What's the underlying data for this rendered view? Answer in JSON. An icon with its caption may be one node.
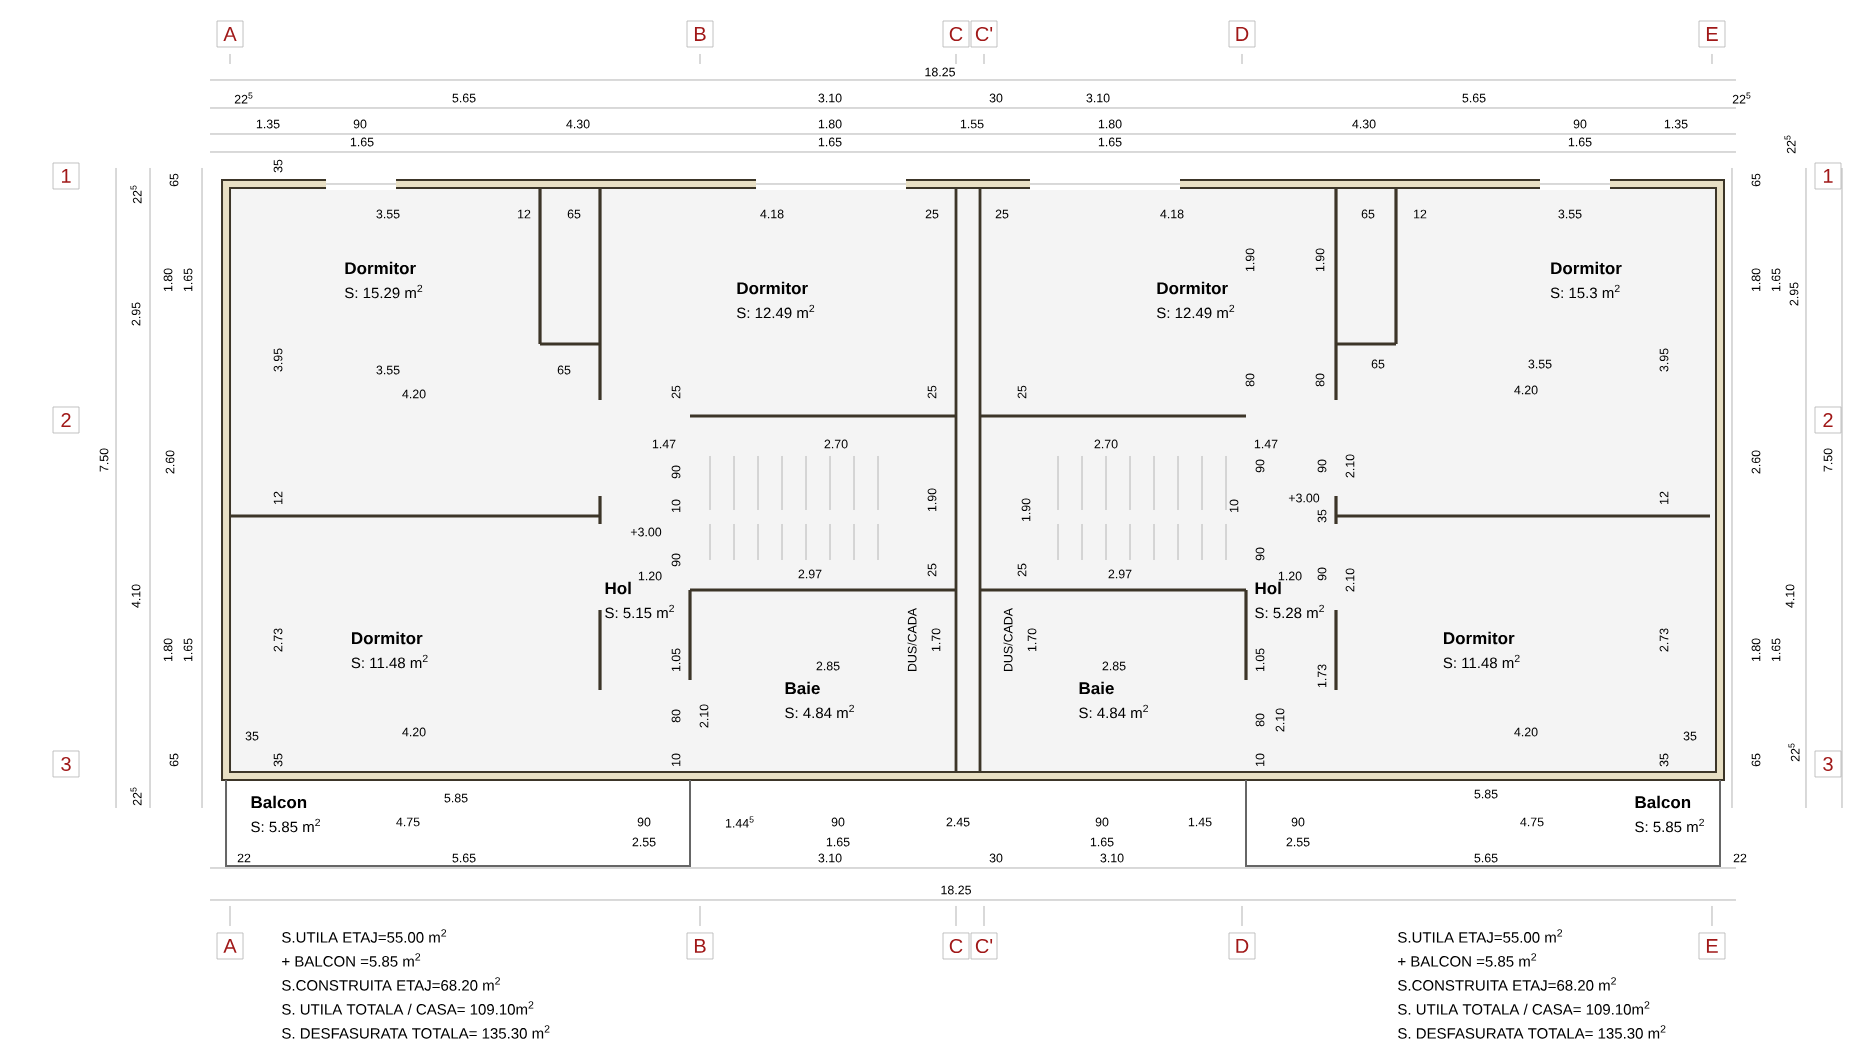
{
  "diagram": {
    "nodes": [
      {
        "text": [
          "Dormitor",
          "S: 15.29 m$^{2}$"
        ]
      },
      {
        "text": [
          "Dormitor",
          "S: 12.49 m$^{2}$"
        ]
      },
      {
        "text": [
          "Dormitor",
          "S: 12.49 m$^{2}$"
        ]
      },
      {
        "text": [
          "Dormitor",
          "S: 15.3 m$^{2}$"
        ]
      },
      {
        "text": [
          "Dormitor",
          "S: 11.48 m$^{2}$"
        ]
      },
      {
        "text": [
          "Hol",
          "S: 5.15 m$^{2}$"
        ]
      },
      {
        "text": [
          "Baie",
          "S: 4.84 m$^{2}$"
        ]
      },
      {
        "text": [
          "Baie",
          "S: 4.84 m$^{2}$"
        ]
      },
      {
        "text": [
          "Hol",
          "S: 5.28 m$^{2}$"
        ]
      },
      {
        "text": [
          "Dormitor",
          "S: 11.48 m$^{2}$"
        ]
      },
      {
        "text": [
          "Balcon",
          "S: 5.85 m$^{2}$"
        ]
      },
      {
        "text": [
          "Balcon",
          "S: 5.85 m$^{2}$"
        ]
      }
    ],
    "labels": [
      "A",
      "B",
      "C",
      "C'",
      "D",
      "E",
      "1",
      "1",
      "2",
      "2",
      "3",
      "3",
      "18.25",
      "22$^{5}$",
      "5.65",
      "3.10",
      "30",
      "3.10",
      "5.65",
      "22$^{5}$",
      "1.35",
      "90",
      "4.30",
      "1.80",
      "1.55",
      "1.80",
      "4.30",
      "90",
      "1.35",
      "1.65",
      "1.65",
      "1.65",
      "1.65",
      "22$^{5}$",
      "65",
      "35",
      "3.55",
      "12",
      "65",
      "4.18",
      "25",
      "25",
      "4.18",
      "65",
      "12",
      "3.55",
      "65",
      "22$^{5}$",
      "1.80",
      "1.65",
      "2.95",
      "1.90",
      "1.90",
      "1.80",
      "1.65",
      "2.95",
      "3.95",
      "3.55",
      "65",
      "80",
      "80",
      "65",
      "3.55",
      "3.95",
      "4.20",
      "25",
      "25",
      "25",
      "4.20",
      "7.50",
      "2.60",
      "1.47",
      "2.70",
      "2.70",
      "1.47",
      "2.60",
      "7.50",
      "90",
      "90",
      "90",
      "2.10",
      "12",
      "10",
      "1.90",
      "1.90",
      "10",
      "35",
      "12",
      "+3.00",
      "+3.00",
      "90",
      "90",
      "90",
      "2.10",
      "4.10",
      "1.20",
      "2.97",
      "25",
      "25",
      "2.97",
      "1.20",
      "4.10",
      "1.80",
      "1.65",
      "2.73",
      "1.05",
      "DUS/CADA",
      "1.70",
      "DUS/CADA",
      "1.70",
      "1.05",
      "2.73",
      "1.80",
      "1.65",
      "2.85",
      "2.85",
      "1.73",
      "80",
      "2.10",
      "80",
      "2.10",
      "35",
      "4.20",
      "4.20",
      "35",
      "65",
      "35",
      "10",
      "10",
      "35",
      "65",
      "22$^{5}$",
      "22$^{5}$",
      "5.85",
      "5.85",
      "4.75",
      "90",
      "1.44$^{5}$",
      "90",
      "2.45",
      "90",
      "1.45",
      "90",
      "4.75",
      "2.55",
      "1.65",
      "1.65",
      "2.55",
      "22",
      "5.65",
      "3.10",
      "30",
      "3.10",
      "5.65",
      "22",
      "18.25",
      "A",
      "B",
      "C",
      "C'",
      "D",
      "E",
      "S.UTILA ETAJ=55.00 m$^{2}$",
      "+ BALCON =5.85 m$^{2}$",
      "S.CONSTRUITA ETAJ=68.20 m$^{2}$",
      "S. UTILA TOTALA / CASA= 109.10m$^{2}$",
      "S. DESFASURATA TOTALA= 135.30 m$^{2}$",
      "S.UTILA ETAJ=55.00 m$^{2}$",
      "+ BALCON =5.85 m$^{2}$",
      "S.CONSTRUITA ETAJ=68.20 m$^{2}$",
      "S. UTILA TOTALA / CASA= 109.10m$^{2}$",
      "S. DESFASURATA TOTALA= 135.30 m$^{2}$"
    ]
  }
}
